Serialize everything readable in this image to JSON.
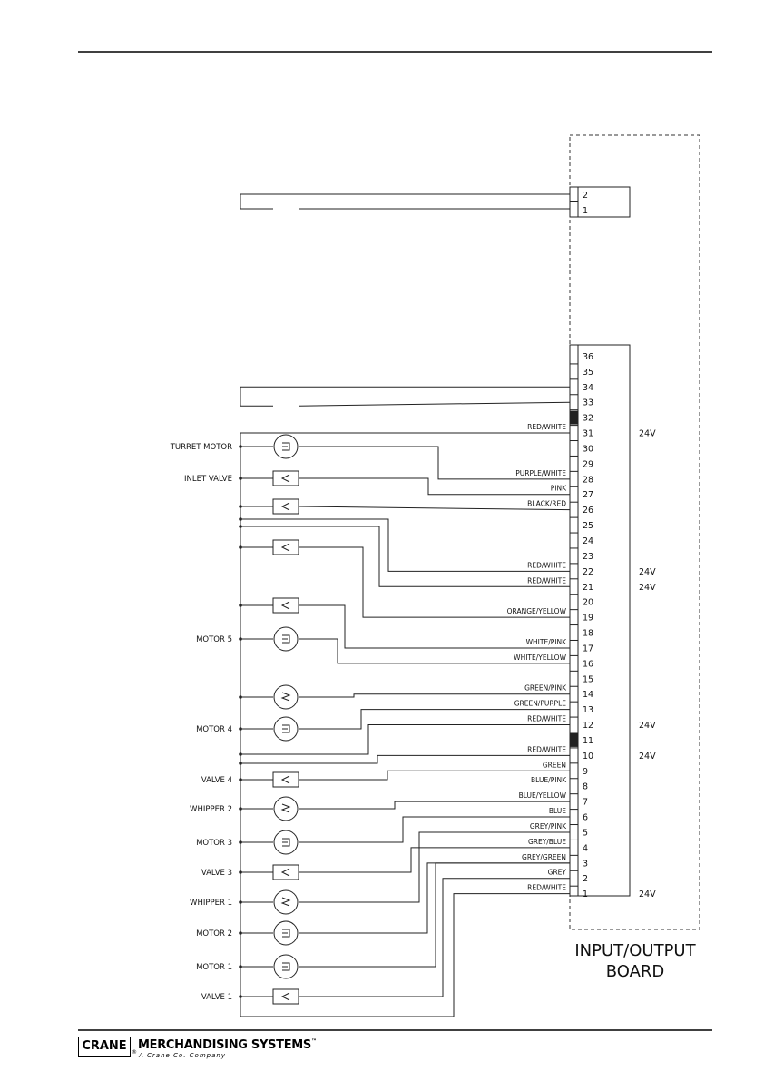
{
  "board": {
    "title_line1": "INPUT/OUTPUT",
    "title_line2": "BOARD"
  },
  "upper_connector": {
    "pins": [
      "2",
      "1"
    ]
  },
  "main_connector": {
    "pins": [
      "36",
      "35",
      "34",
      "33",
      "32",
      "31",
      "30",
      "29",
      "28",
      "27",
      "26",
      "25",
      "24",
      "23",
      "22",
      "21",
      "20",
      "19",
      "18",
      "17",
      "16",
      "15",
      "14",
      "13",
      "12",
      "11",
      "10",
      "9",
      "8",
      "7",
      "6",
      "5",
      "4",
      "3",
      "2",
      "1"
    ],
    "blocked_pins": [
      "32",
      "11"
    ]
  },
  "wires": [
    {
      "pin": "31",
      "label": "RED/WHITE"
    },
    {
      "pin": "28",
      "label": "PURPLE/WHITE"
    },
    {
      "pin": "27",
      "label": "PINK"
    },
    {
      "pin": "26",
      "label": "BLACK/RED"
    },
    {
      "pin": "22",
      "label": "RED/WHITE"
    },
    {
      "pin": "21",
      "label": "RED/WHITE"
    },
    {
      "pin": "19",
      "label": "ORANGE/YELLOW"
    },
    {
      "pin": "17",
      "label": "WHITE/PINK"
    },
    {
      "pin": "16",
      "label": "WHITE/YELLOW"
    },
    {
      "pin": "14",
      "label": "GREEN/PINK"
    },
    {
      "pin": "13",
      "label": "GREEN/PURPLE"
    },
    {
      "pin": "12",
      "label": "RED/WHITE"
    },
    {
      "pin": "10",
      "label": "RED/WHITE"
    },
    {
      "pin": "9",
      "label": "GREEN"
    },
    {
      "pin": "8",
      "label": "BLUE/PINK"
    },
    {
      "pin": "7",
      "label": "BLUE/YELLOW"
    },
    {
      "pin": "6",
      "label": "BLUE"
    },
    {
      "pin": "5",
      "label": "GREY/PINK"
    },
    {
      "pin": "4",
      "label": "GREY/BLUE"
    },
    {
      "pin": "3",
      "label": "GREY/GREEN"
    },
    {
      "pin": "2",
      "label": "GREY"
    },
    {
      "pin": "1",
      "label": "RED/WHITE"
    }
  ],
  "voltage_labels": [
    {
      "pin": "31",
      "text": "24V"
    },
    {
      "pin": "22",
      "text": "24V"
    },
    {
      "pin": "21",
      "text": "24V"
    },
    {
      "pin": "12",
      "text": "24V"
    },
    {
      "pin": "10",
      "text": "24V"
    },
    {
      "pin": "1",
      "text": "24V"
    }
  ],
  "components": [
    {
      "label": "TURRET MOTOR",
      "symbol": "motor"
    },
    {
      "label": "INLET VALVE",
      "symbol": "valve"
    },
    {
      "label": "MOTOR 5",
      "symbol": "motor"
    },
    {
      "label": "MOTOR 4",
      "symbol": "motor"
    },
    {
      "label": "VALVE 4",
      "symbol": "valve"
    },
    {
      "label": "WHIPPER 2",
      "symbol": "whipper"
    },
    {
      "label": "MOTOR 3",
      "symbol": "motor"
    },
    {
      "label": "VALVE 3",
      "symbol": "valve"
    },
    {
      "label": "WHIPPER 1",
      "symbol": "whipper"
    },
    {
      "label": "MOTOR 2",
      "symbol": "motor"
    },
    {
      "label": "MOTOR 1",
      "symbol": "motor"
    },
    {
      "label": "VALVE 1",
      "symbol": "valve"
    }
  ],
  "footer": {
    "logo_box": "CRANE",
    "logo_reg": "®",
    "logo_text": "MERCHANDISING SYSTEMS",
    "logo_tm": "™",
    "logo_sub": "A Crane Co. Company"
  }
}
